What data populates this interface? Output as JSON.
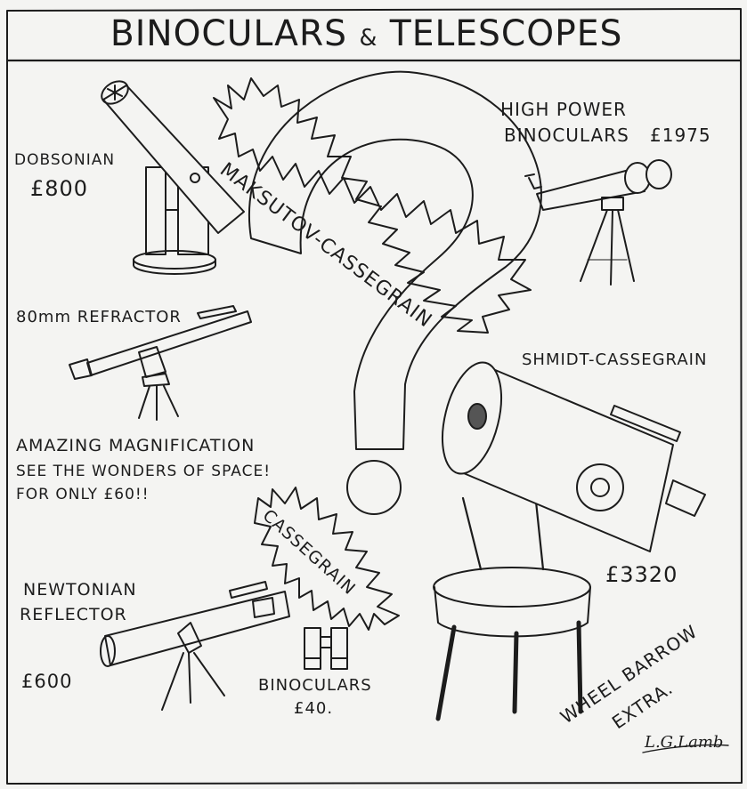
{
  "title": {
    "part1": "BINOCULARS",
    "amp": "&",
    "part2": "TELESCOPES"
  },
  "dobsonian": {
    "name": "DOBSONIAN",
    "price": "£800"
  },
  "maksutov": {
    "name": "MAKSUTOV-CASSEGRAIN"
  },
  "high_power": {
    "line1": "HIGH POWER",
    "line2": "BINOCULARS",
    "price": "£1975"
  },
  "refractor": {
    "name": "80mm REFRACTOR"
  },
  "schmidt": {
    "name": "SHMIDT-CASSEGRAIN",
    "price": "£3320"
  },
  "amazing": {
    "line1": "AMAZING MAGNIFICATION",
    "line2": "SEE THE WONDERS OF SPACE!",
    "line3": "FOR ONLY £60!!"
  },
  "cassegrain": {
    "name": "CASSEGRAIN"
  },
  "newtonian": {
    "line1": "NEWTONIAN",
    "line2": "REFLECTOR",
    "price": "£600"
  },
  "binoculars": {
    "name": "BINOCULARS",
    "price": "£40."
  },
  "wheelbarrow": {
    "line1": "WHEEL BARROW",
    "line2": "EXTRA."
  },
  "signature": "L.G.Lamb",
  "colors": {
    "paper": "#f4f4f2",
    "ink": "#1c1c1c"
  }
}
